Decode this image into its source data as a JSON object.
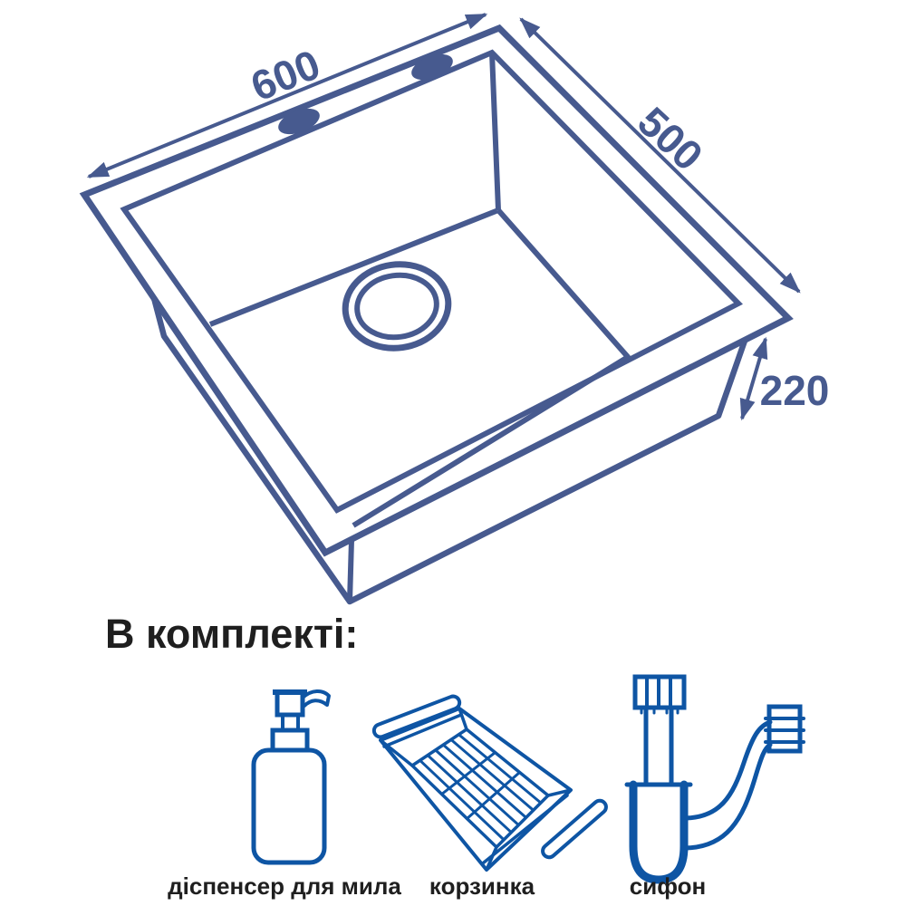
{
  "dimensions": {
    "width": "600",
    "depth": "500",
    "height": "220"
  },
  "kit": {
    "heading": "В комплекті:",
    "items": [
      {
        "label": "діспенсер для мила",
        "icon": "soap-dispenser-icon"
      },
      {
        "label": "корзинка",
        "icon": "basket-icon"
      },
      {
        "label": "сифон",
        "icon": "siphon-icon"
      }
    ]
  },
  "colors": {
    "drawing_line": "#475a8f",
    "kit_icon_line": "#0e55a4",
    "label_text": "#1f1f1f"
  }
}
